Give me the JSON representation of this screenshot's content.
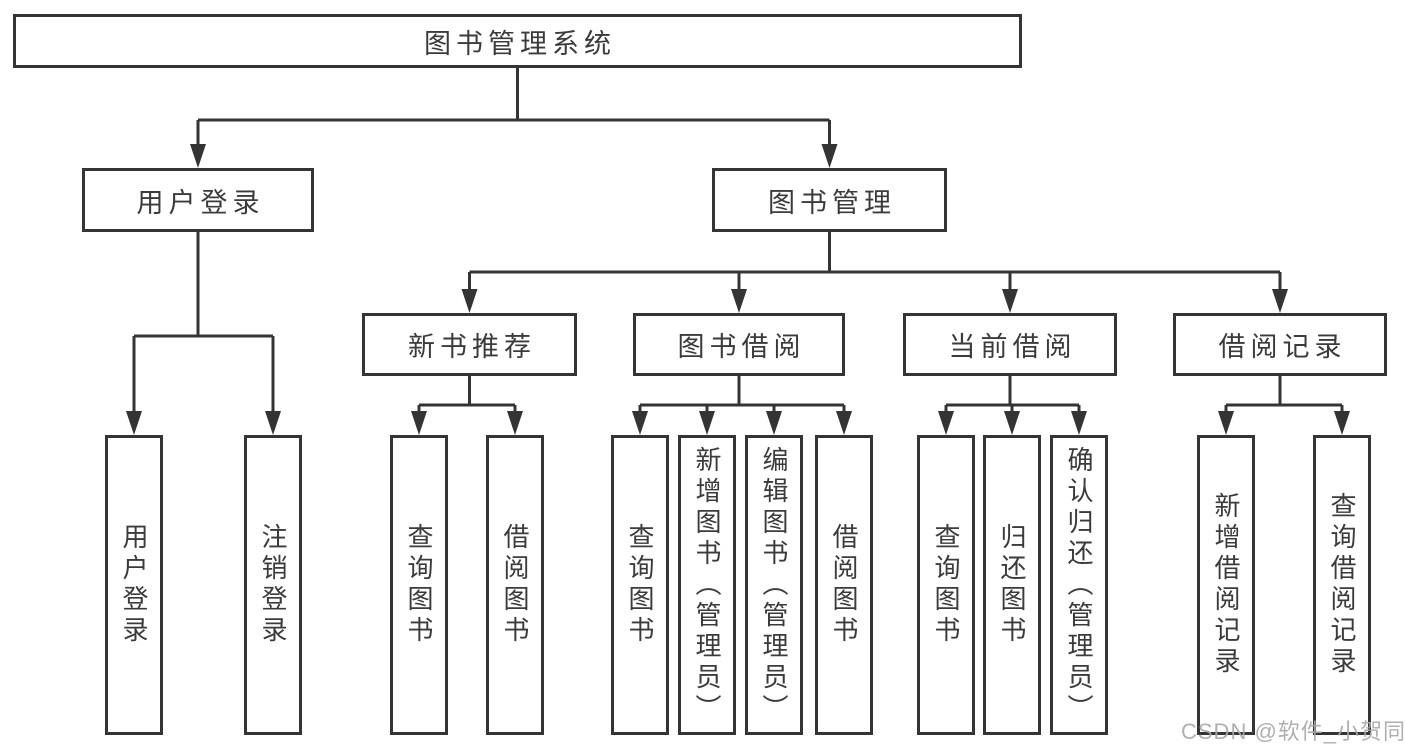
{
  "tree": {
    "root": {
      "label": "图书管理系统"
    },
    "branches": [
      {
        "label": "用户登录",
        "leaves": [
          {
            "label": "用户登录"
          },
          {
            "label": "注销登录"
          }
        ]
      },
      {
        "label": "图书管理",
        "groups": [
          {
            "label": "新书推荐",
            "leaves": [
              {
                "label": "查询图书"
              },
              {
                "label": "借阅图书"
              }
            ]
          },
          {
            "label": "图书借阅",
            "leaves": [
              {
                "label": "查询图书"
              },
              {
                "label": "新增图书（管理员）"
              },
              {
                "label": "编辑图书（管理员）"
              },
              {
                "label": "借阅图书"
              }
            ]
          },
          {
            "label": "当前借阅",
            "leaves": [
              {
                "label": "查询图书"
              },
              {
                "label": "归还图书"
              },
              {
                "label": "确认归还（管理员）"
              }
            ]
          },
          {
            "label": "借阅记录",
            "leaves": [
              {
                "label": "新增借阅记录"
              },
              {
                "label": "查询借阅记录"
              }
            ]
          }
        ]
      }
    ]
  },
  "watermark": "CSDN @软件_小贺同学",
  "colors": {
    "line": "#343434",
    "text": "#3b3b3b",
    "watermark": "#a8a8a8",
    "background": "#ffffff"
  }
}
